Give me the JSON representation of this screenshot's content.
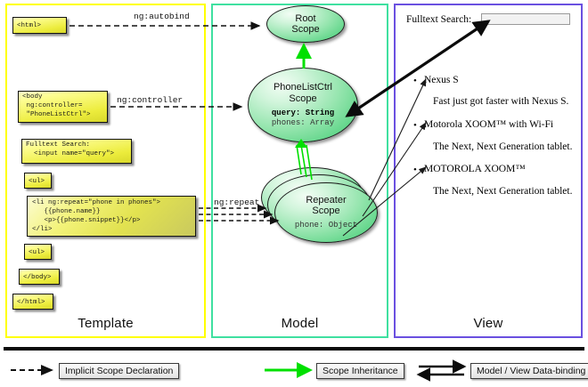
{
  "panels": [
    {
      "name": "template",
      "label": "Template",
      "border_color": "#ffff00"
    },
    {
      "name": "model",
      "label": "Model",
      "border_color": "#3fe0a0"
    },
    {
      "name": "view",
      "label": "View",
      "border_color": "#6a50e0"
    }
  ],
  "template": {
    "boxes": [
      {
        "id": "html-open",
        "text": "<html>"
      },
      {
        "id": "body-open",
        "text": "<body\n ng:controller=\n \"PhoneListCtrl\">"
      },
      {
        "id": "fulltext",
        "text": "Fulltext Search:\n  <input name=\"query\">"
      },
      {
        "id": "ul-open",
        "text": "<ul>"
      },
      {
        "id": "li-repeat",
        "text": "<li ng:repeat=\"phone in phones\">\n   {{phone.name}}\n   <p>{{phone.snippet}}</p>\n</li>"
      },
      {
        "id": "ul-close",
        "text": "<ul>"
      },
      {
        "id": "body-close",
        "text": "</body>"
      },
      {
        "id": "html-close",
        "text": "</html>"
      }
    ]
  },
  "model": {
    "scopes": [
      {
        "id": "root",
        "title": "Root\nScope",
        "line1": "Root",
        "line2": "Scope",
        "props": []
      },
      {
        "id": "phonelistctrl",
        "line1": "PhoneListCtrl",
        "line2": "Scope",
        "props": [
          {
            "text": "query: String",
            "bold": true
          },
          {
            "text": "phones: Array",
            "bold": false
          }
        ]
      },
      {
        "id": "repeater",
        "line1": "Repeater",
        "line2": "Scope",
        "props": [
          {
            "text": "phone: Object",
            "bold": false
          }
        ]
      }
    ]
  },
  "edges": {
    "autobind": "ng:autobind",
    "controller": "ng:controller",
    "repeat": "ng:repeat"
  },
  "view": {
    "search_label": "Fulltext Search:",
    "search_value": "",
    "items": [
      {
        "name": "Nexus S",
        "snippet": "Fast just got faster with Nexus S."
      },
      {
        "name": "Motorola XOOM™  with Wi-Fi",
        "snippet": "The Next, Next Generation tablet."
      },
      {
        "name": "MOTOROLA XOOM™",
        "snippet": "The Next, Next Generation tablet."
      }
    ]
  },
  "legend": [
    {
      "id": "implicit",
      "label": "Implicit Scope Declaration",
      "arrow": "dashed-black"
    },
    {
      "id": "inheritance",
      "label": "Scope Inheritance",
      "arrow": "solid-green"
    },
    {
      "id": "databinding",
      "label": "Model / View Data-binding",
      "arrow": "double-black"
    }
  ],
  "colors": {
    "template_border": "#ffff00",
    "model_border": "#3fe0a0",
    "view_border": "#6a50e0",
    "inheritance_arrow": "#00e000",
    "box_fill": "#ecec3c",
    "scope_fill": "#95e5ae"
  }
}
